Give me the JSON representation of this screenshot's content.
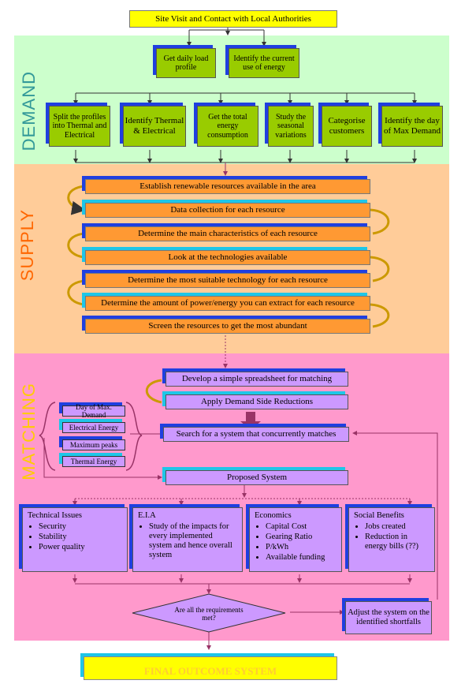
{
  "top": {
    "label": "Site Visit and Contact with Local Authorities"
  },
  "demand": {
    "section_label": "DEMAND",
    "step1": "Get daily load profile",
    "step2": "Identify the current use of energy",
    "row": [
      "Split the profiles into Thermal and Electrical",
      "Identify Thermal & Electrical",
      "Get the total energy consumption",
      "Study the seasonal variations",
      "Categorise customers",
      "Identify the day of Max Demand"
    ]
  },
  "supply": {
    "section_label": "SUPPLY",
    "steps": [
      "Establish renewable resources available in the area",
      "Data collection for each resource",
      "Determine the main characteristics of each resource",
      "Look at the technologies available",
      "Determine the most suitable technology for each resource",
      "Determine the amount of power/energy you can extract for each resource",
      "Screen the resources to get the most abundant"
    ]
  },
  "matching": {
    "section_label": "MATCHING",
    "spreadsheet": "Develop a simple spreadsheet for matching",
    "dsr": "Apply Demand Side Reductions",
    "search": "Search for a system that concurrently matches",
    "proposed": "Proposed System",
    "criteria": [
      "Day of Max. Demand",
      "Electrical Energy",
      "Maximum peaks",
      "Thermal Energy"
    ],
    "technical": {
      "title": "Technical Issues",
      "items": [
        "Security",
        "Stability",
        "Power quality"
      ]
    },
    "eia": {
      "title": "E.I.A",
      "items": [
        "Study of the impacts for every implemented system and hence overall system"
      ]
    },
    "economics": {
      "title": "Economics",
      "items": [
        "Capital Cost",
        "Gearing Ratio",
        "P/kWh",
        "Available funding"
      ]
    },
    "social": {
      "title": "Social Benefits",
      "items": [
        "Jobs created",
        "Reduction in energy bills (??)"
      ]
    },
    "decision": "Are all the requirements met?",
    "adjust": "Adjust the system on the identified shortfalls"
  },
  "final": {
    "label": "FINAL OUTCOME SYSTEM"
  },
  "colors": {
    "demand_bg": "#ccffcc",
    "supply_bg": "#ffcc99",
    "matching_bg": "#ff99cc",
    "demand_label": "#339999",
    "supply_label": "#ff6600",
    "matching_label": "#ffcc00"
  }
}
